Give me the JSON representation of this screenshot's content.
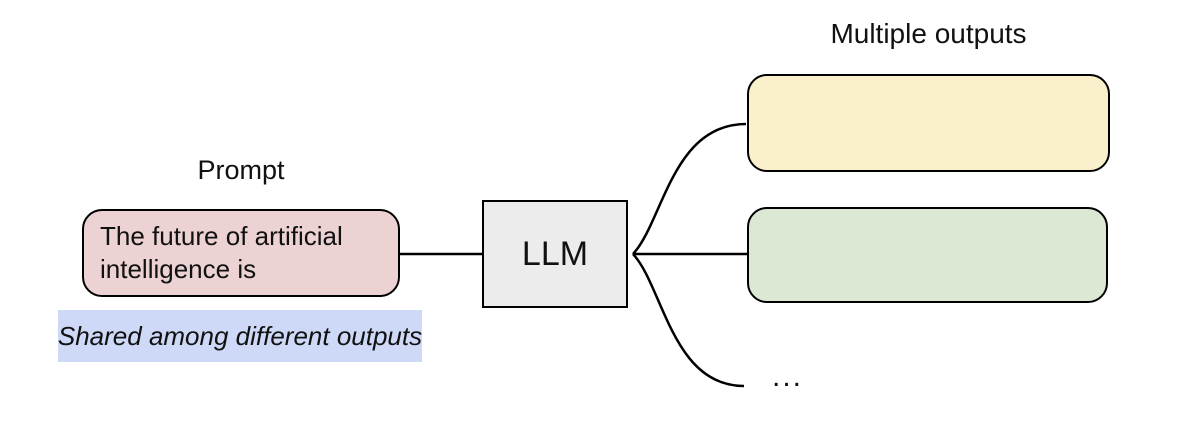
{
  "diagram": {
    "prompt_label": "Prompt",
    "prompt_box_text": "The future of artificial intelligence is",
    "shared_note": "Shared among different outputs",
    "llm_label": "LLM",
    "outputs_label": "Multiple outputs",
    "ellipsis": "...",
    "colors": {
      "prompt_fill": "#ecd2d3",
      "llm_fill": "#ececec",
      "output_top_fill": "#faf0cc",
      "output_middle_fill": "#dce8d3",
      "note_highlight": "#cdd9f6",
      "stroke": "#000000"
    }
  }
}
